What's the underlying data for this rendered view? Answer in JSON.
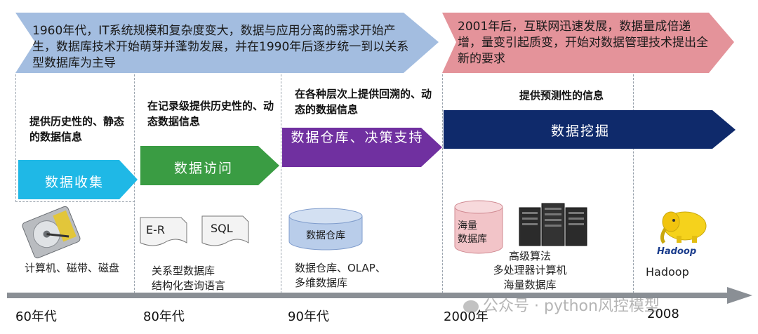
{
  "banners": {
    "left_text": "1960年代，IT系统规模和复杂度变大，数据与应用分离的需求开始产生，数据库技术开始萌芽并蓬勃发展，并在1990年后逐步统一到以关系型数据库为主导",
    "right_text": "2001年后，互联网迅速发展，数据量成倍递增，量变引起质变，开始对数据管理技术提出全新的要求"
  },
  "stages": [
    {
      "desc": "提供历史性的、静态的数据信息",
      "arrow": "数据收集",
      "color": "#1fb8e6"
    },
    {
      "desc": "在记录级提供历史性的、动态数据信息",
      "arrow": "数据访问",
      "color": "#3a9c43"
    },
    {
      "desc": "在各种层次上提供回溯的、动态的数据信息",
      "arrow": "数据仓库、决策支持",
      "color": "#7030a0"
    },
    {
      "desc": "提供预测性的信息",
      "arrow": "数据挖掘",
      "color": "#0f2a6b"
    }
  ],
  "items": {
    "s1_caption": "计算机、磁带、磁盘",
    "s2_er": "E-R",
    "s2_sql": "SQL",
    "s2_caption_1": "关系型数据库",
    "s2_caption_2": "结构化查询语言",
    "s3_cylinder": "数据仓库",
    "s3_caption_1": "数据仓库、OLAP、",
    "s3_caption_2": "多维数据库",
    "s4_cylinder_1": "海量",
    "s4_cylinder_2": "数据库",
    "s4_caption_1": "高级算法",
    "s4_caption_2": "多处理器计算机",
    "s4_caption_3": "海量数据库",
    "s5_logo": "Hadoop",
    "s5_caption": "Hadoop"
  },
  "timeline": {
    "years": [
      "60年代",
      "80年代",
      "90年代",
      "2000年",
      "2008"
    ],
    "watermark": "公众号 · python风控模型"
  }
}
